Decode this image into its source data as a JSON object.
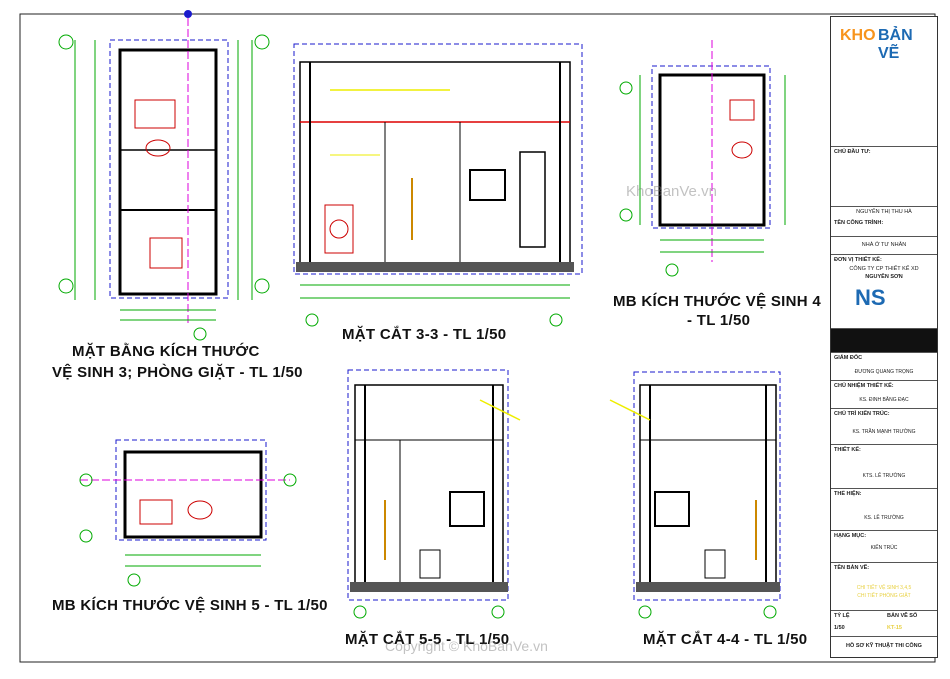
{
  "drawings": {
    "plan_vs3": "MẶT BẰNG KÍCH THƯỚC",
    "plan_vs3_line2": "VỆ SINH 3; PHÒNG GIẶT - TL 1/50",
    "section_33": "MẶT CẮT 3-3 - TL 1/50",
    "plan_vs4_line1": "MB KÍCH THƯỚC VỆ SINH 4",
    "plan_vs4_line2": "- TL 1/50",
    "plan_vs5": "MB KÍCH THƯỚC VỆ SINH 5 - TL 1/50",
    "section_55": "MẶT CẮT 5-5 - TL 1/50",
    "section_44": "MẶT CẮT 4-4 - TL 1/50"
  },
  "watermarks": {
    "center": "KhoBanVe.vn",
    "bottom": "Copyright © KhoBanVe.vn"
  },
  "logo": {
    "part1": "KHO",
    "part2": "BẢN VẼ",
    "ns": "NS"
  },
  "title_block": {
    "chu_dau_tu_label": "CHỦ ĐẦU TƯ:",
    "owner": "NGUYỄN THỊ THU HÀ",
    "project_label": "TÊN CÔNG TRÌNH:",
    "project": "NHÀ Ở TƯ NHÂN",
    "designer_label": "ĐƠN VỊ THIẾT KẾ:",
    "designer_1": "CÔNG TY CP THIẾT KẾ XD",
    "designer_2": "NGUYÊN SƠN",
    "director": "GIÁM ĐỐC",
    "director_name": "ĐƯƠNG QUANG TRỌNG",
    "chief": "CHỦ NHIỆM THIẾT KẾ:",
    "chief_name": "KS. ĐINH BĂNG ĐẠC",
    "arch": "CHỦ TRÌ KIẾN TRÚC:",
    "arch_name": "KS. TRẦN MẠNH TRƯỜNG",
    "design": "THIẾT KẾ:",
    "design_name": "KTS. LÊ TRƯỜNG",
    "drafting": "THỂ HIỆN:",
    "drafting_name": "KS. LÊ TRƯỜNG",
    "category_label": "HẠNG MỤC:",
    "category": "KIẾN TRÚC",
    "sheet_label": "TÊN BẢN VẼ:",
    "sheet_1": "CHI TIẾT VỆ SINH 3,4,5",
    "sheet_2": "CHI TIẾT PHÒNG GIẶT",
    "scale_label": "TỶ LỆ",
    "no_label": "BẢN VẼ SỐ",
    "scale": "1/50",
    "no": "KT-15",
    "footer": "HỒ SƠ KỸ THUẬT THI CÔNG"
  }
}
